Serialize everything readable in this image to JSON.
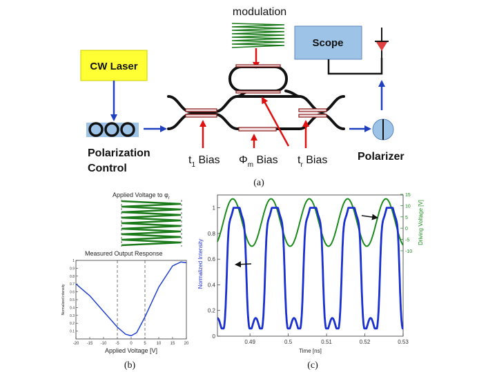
{
  "panel_a": {
    "modulation_label": "modulation",
    "scope_label": "Scope",
    "cw_laser_label": "CW Laser",
    "polarization_label_1": "Polarization",
    "polarization_label_2": "Control",
    "t1_bias": {
      "main": "t",
      "sub": "1",
      "rest": " Bias"
    },
    "phi_bias": {
      "main": "Φ",
      "sub": "m",
      "rest": " Bias"
    },
    "tr_bias": {
      "main": "t",
      "sub": "r",
      "rest": " Bias"
    },
    "polarizer_label": "Polarizer",
    "caption": "(a)",
    "colors": {
      "laser": "#ffff33",
      "scope": "#9dc3e6",
      "arrow_blue": "#1f3fbf",
      "arrow_red": "#e01010",
      "wave_green": "#1a7a1a",
      "waveguide": "#111111"
    }
  },
  "panel_b": {
    "applied_title": "Applied Voltage to φ",
    "applied_sub": "r",
    "measured_title": "Measured Output Response",
    "caption": "(b)",
    "chart_data": {
      "type": "line",
      "xlabel": "Applied Voltage [V]",
      "ylabel": "Normalized intensity",
      "xlim": [
        -20,
        20
      ],
      "ylim": [
        0,
        1
      ],
      "xticks": [
        "-20",
        "-15",
        "-10",
        "-5",
        "0",
        "5",
        "10",
        "15",
        "20"
      ],
      "yticks": [
        "0.1",
        "0.2",
        "0.3",
        "0.4",
        "0.5",
        "0.6",
        "0.7",
        "0.8",
        "0.9",
        "1"
      ],
      "series": [
        {
          "x": [
            -20,
            -15,
            -10,
            -5,
            -2,
            0,
            2,
            5,
            10,
            15,
            18,
            20
          ],
          "y": [
            0.7,
            0.55,
            0.35,
            0.15,
            0.06,
            0.04,
            0.08,
            0.28,
            0.66,
            0.93,
            0.98,
            0.97
          ]
        }
      ],
      "dashed_x": [
        -5,
        5
      ]
    }
  },
  "panel_c": {
    "caption": "(c)",
    "chart_data": {
      "type": "line",
      "xlabel": "Time [ns]",
      "ylabel": "Normalized Intensity",
      "ylabel_right": "Driving Voltage [V]",
      "xlim": [
        0.4815,
        0.53
      ],
      "ylim": [
        0,
        1.1
      ],
      "xticks": [
        "0.49",
        "0.5",
        "0.51",
        "0.52",
        "0.53"
      ],
      "xtick_values": [
        0.49,
        0.5,
        0.51,
        0.52,
        0.53
      ],
      "yticks": [
        "0",
        "0.2",
        "0.4",
        "0.6",
        "0.8",
        "1"
      ],
      "ytick_values": [
        0,
        0.2,
        0.4,
        0.6,
        0.8,
        1.0
      ],
      "yticks_right": [
        "15",
        "10",
        "5",
        "0",
        "-5",
        "-10"
      ],
      "ytick_right_values": [
        15,
        10,
        5,
        0,
        -5,
        -10
      ],
      "period_ns": 0.01,
      "series": [
        {
          "name": "Normalized Intensity",
          "color": "#1a2fd0",
          "min": 0.08,
          "max": 1.0
        },
        {
          "name": "Driving Voltage",
          "color": "#1a8a1a",
          "min": -8,
          "max": 13
        }
      ]
    }
  }
}
